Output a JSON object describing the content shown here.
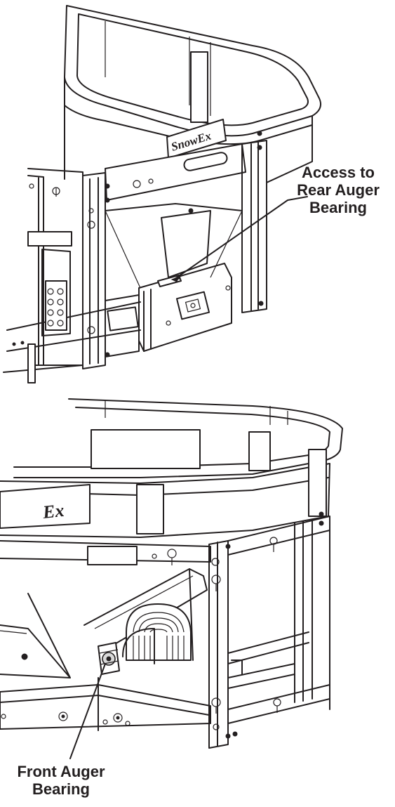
{
  "figure": {
    "upper_view": {
      "logo_text": "SnowEx",
      "callout": {
        "lines": [
          "Access to",
          "Rear Auger",
          "Bearing"
        ]
      }
    },
    "lower_view": {
      "logo_text": "Ex",
      "callout": {
        "lines": [
          "Front Auger",
          "Bearing"
        ]
      }
    }
  },
  "colors": {
    "ink": "#231f20",
    "background": "#ffffff"
  }
}
